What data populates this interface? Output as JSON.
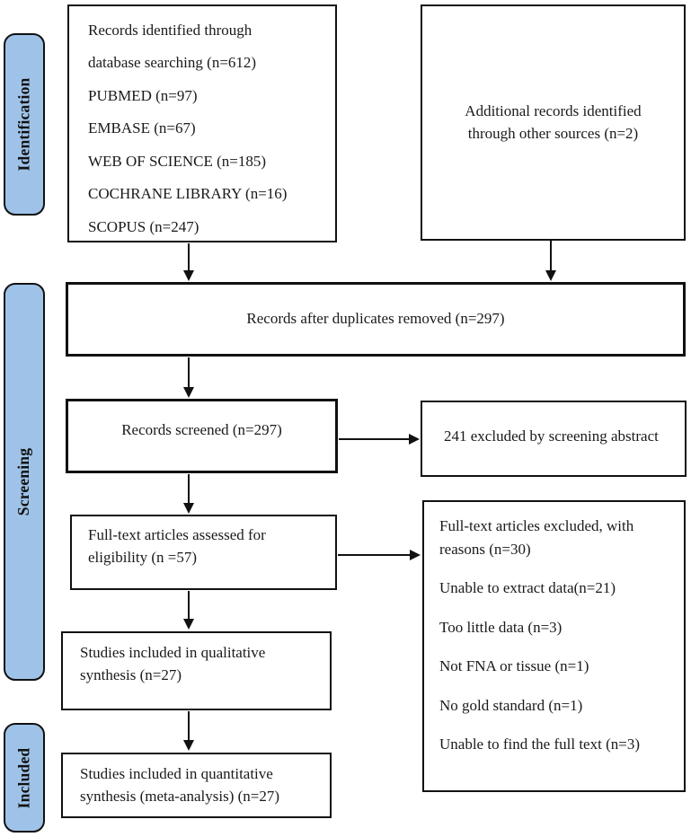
{
  "diagram": {
    "type": "prisma-flow-diagram",
    "colors": {
      "stage_tab_fill": "#9fc3e8",
      "stage_tab_border": "#111111",
      "box_border": "#111111",
      "arrow": "#111111",
      "text": "#1a1a1a",
      "background": "#ffffff"
    }
  },
  "stages": [
    {
      "label": "Identification"
    },
    {
      "label": "Screening"
    },
    {
      "label": "Included"
    }
  ],
  "boxes": {
    "identified": {
      "lines": [
        "Records identified through",
        "database searching (n=612)",
        "PUBMED (n=97)",
        "EMBASE (n=67)",
        "WEB OF SCIENCE (n=185)",
        "COCHRANE LIBRARY (n=16)",
        "SCOPUS (n=247)"
      ]
    },
    "additional": {
      "lines": [
        "Additional records identified",
        "through other sources (n=2)"
      ]
    },
    "duplicates_removed": {
      "text": "Records after duplicates removed (n=297)"
    },
    "screened": {
      "text": "Records screened (n=297)"
    },
    "excluded_abstract": {
      "text": "241 excluded by screening abstract"
    },
    "fulltext_assessed": {
      "lines": [
        "Full-text articles assessed for",
        "eligibility (n =57)"
      ]
    },
    "fulltext_excluded": {
      "lines": [
        "Full-text articles excluded, with reasons (n=30)",
        "Unable to extract data(n=21)",
        "Too little data (n=3)",
        "Not FNA or tissue (n=1)",
        "No gold standard (n=1)",
        "Unable to find the full text (n=3)"
      ]
    },
    "qualitative": {
      "lines": [
        "Studies included in qualitative",
        "synthesis (n=27)"
      ]
    },
    "quantitative": {
      "lines": [
        "Studies included in quantitative",
        "synthesis (meta-analysis) (n=27)"
      ]
    }
  }
}
